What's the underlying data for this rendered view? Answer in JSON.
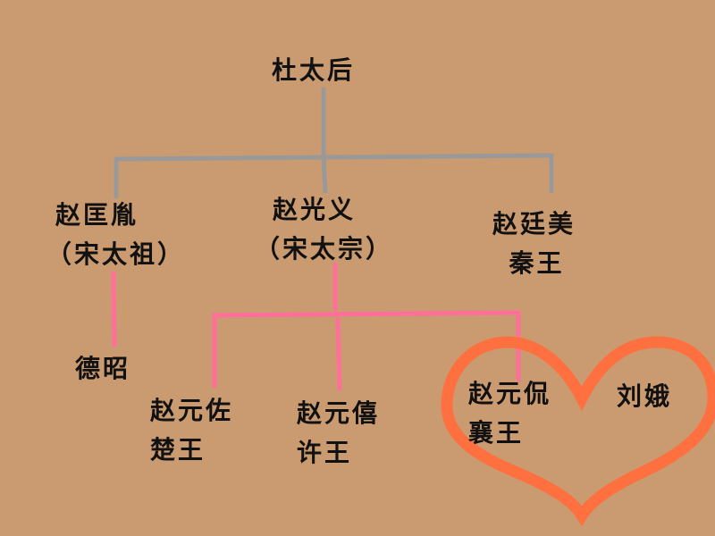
{
  "colors": {
    "background": "#ca9b70",
    "gen1_line": "#999999",
    "gen2_line": "#ff6f9a",
    "heart": "#ff7040",
    "text": "#111111"
  },
  "tree": {
    "root": {
      "name": "杜太后"
    },
    "children": [
      {
        "name": "赵匡胤",
        "title": "（宋太祖）"
      },
      {
        "name": "赵光义",
        "title": "（宋太宗）"
      },
      {
        "name": "赵廷美",
        "title": "秦王"
      }
    ],
    "taizu_children": [
      {
        "name": "德昭"
      }
    ],
    "taizong_children": [
      {
        "name": "赵元佐",
        "title": "楚王"
      },
      {
        "name": "赵元僖",
        "title": "许王"
      },
      {
        "name": "赵元侃",
        "title": "襄王"
      }
    ],
    "spouse": {
      "name": "刘娥"
    }
  },
  "annotations": {
    "heart_shape": "heart-outline"
  }
}
